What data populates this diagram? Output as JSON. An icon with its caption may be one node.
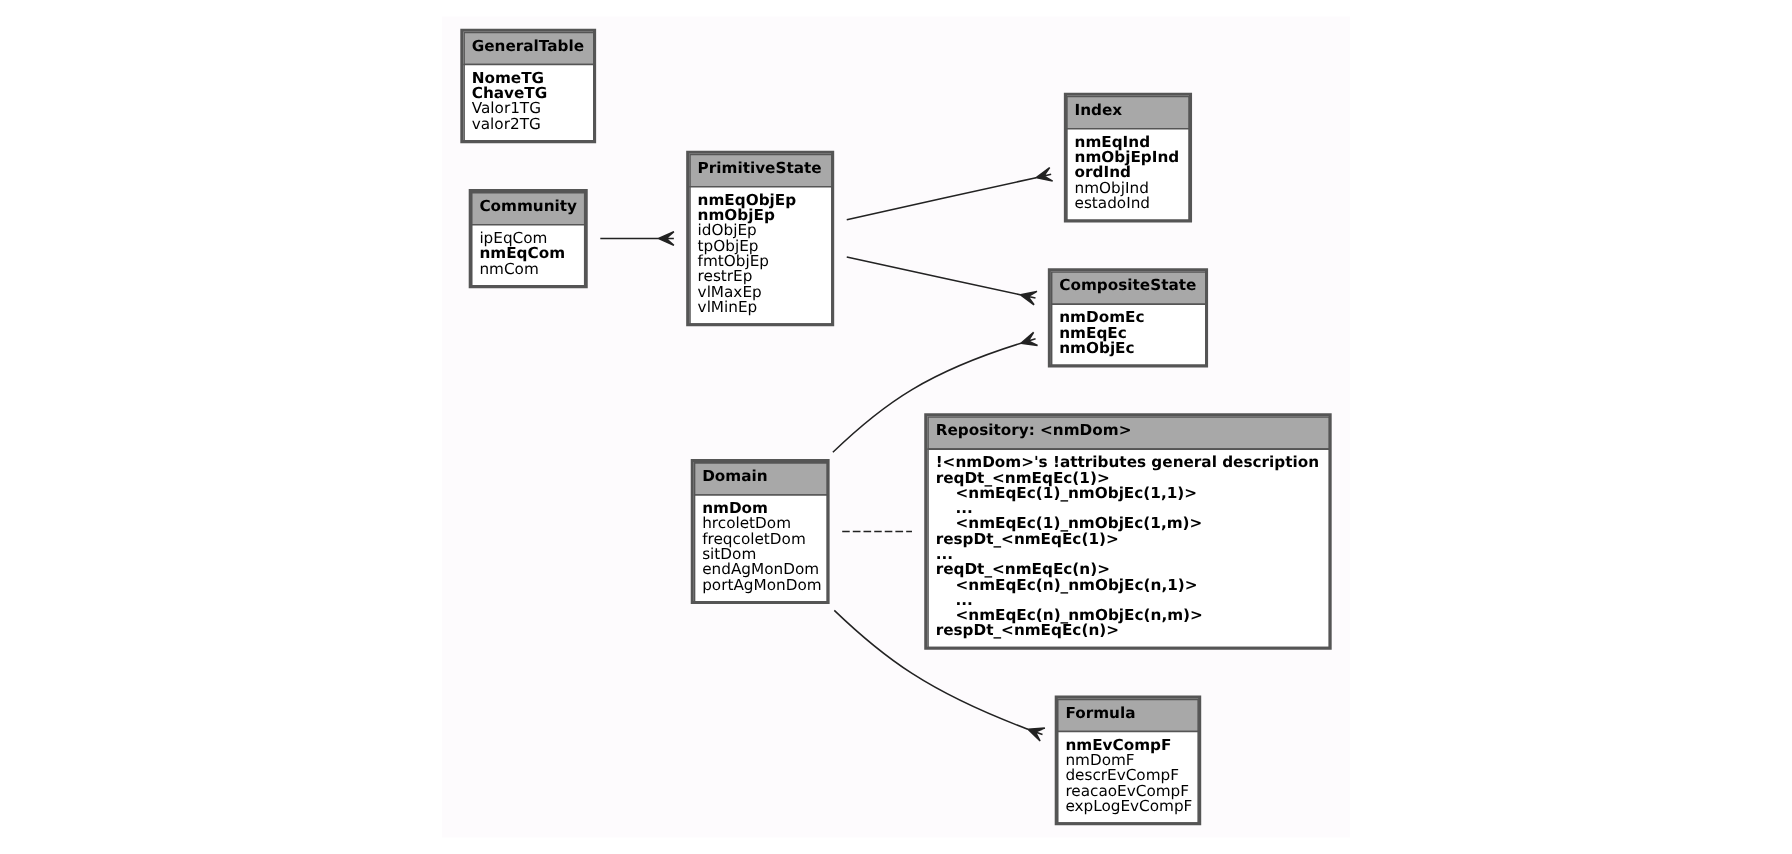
{
  "diagram": {
    "nodes": [
      {
        "text": [
          "Community",
          "ipEqCom",
          "**nmEqCom**",
          "nmCom"
        ]
      },
      {
        "text": [
          "GeneralTable",
          "**NomeTG**",
          "**ChaveTG**",
          "Valor1TG",
          "valor2TG"
        ]
      },
      {
        "text": [
          "CompositeState",
          "**nmDomEc**",
          "**nmEqEc**",
          "**nmObjEc**"
        ]
      },
      {
        "text": [
          "PrimitiveState",
          "**nmEqObjEp**",
          "**nmObjEp**",
          "idObjEp",
          "tpObjEp",
          "fmtObjEp",
          "restrEp",
          "vlMaxEp",
          "vlMinEp"
        ]
      },
      {
        "text": [
          "Index",
          "**nmEqInd**",
          "**nmObjEpInd**",
          "**ordInd**",
          "nmObjInd",
          "estadoInd"
        ]
      },
      {
        "text": [
          "Repository: <nmDom>",
          "**!<nmDom>'s !attributes general description**",
          "**reqDt_<nmEqEc(1)>**",
          "**<nmEqEc(1)_nmObjEc(1,1)>**",
          "**...**",
          "**<nmEqEc(1)_nmObjEc(1,m)>**",
          "**respDt_<nmEqEc(1)>**",
          "**...**",
          "**reqDt_<nmEqEc(n)>**",
          "**<nmEqEc(n)_nmObjEc(n,1)>**",
          "**...**",
          "**<nmEqEc(n)_nmObjEc(n,m)>**",
          "**respDt_<nmEqEc(n)>**"
        ]
      },
      {
        "text": [
          "Domain",
          "**nmDom**",
          "hrcoletDom",
          "freqcoletDom",
          "sitDom",
          "endAgMonDom",
          "portAgMonDom"
        ]
      },
      {
        "text": [
          "Formula",
          "**nmEvCompF**",
          "nmDomF",
          "descrEvCompF",
          "reacaoEvCompF",
          "expLogEvCompF"
        ]
      }
    ],
    "edges": [
      {
        "from": 0,
        "to": 3,
        "arrow": "other"
      },
      {
        "from": 3,
        "to": 2,
        "arrow": "other"
      },
      {
        "from": 3,
        "to": 4,
        "arrow": "other"
      },
      {
        "from": 6,
        "to": 2,
        "arrow": "other"
      },
      {
        "from": 6,
        "to": 7,
        "arrow": "other"
      },
      {
        "from": 6,
        "to": 5,
        "arrow": "none",
        "style": "dashed"
      }
    ]
  }
}
